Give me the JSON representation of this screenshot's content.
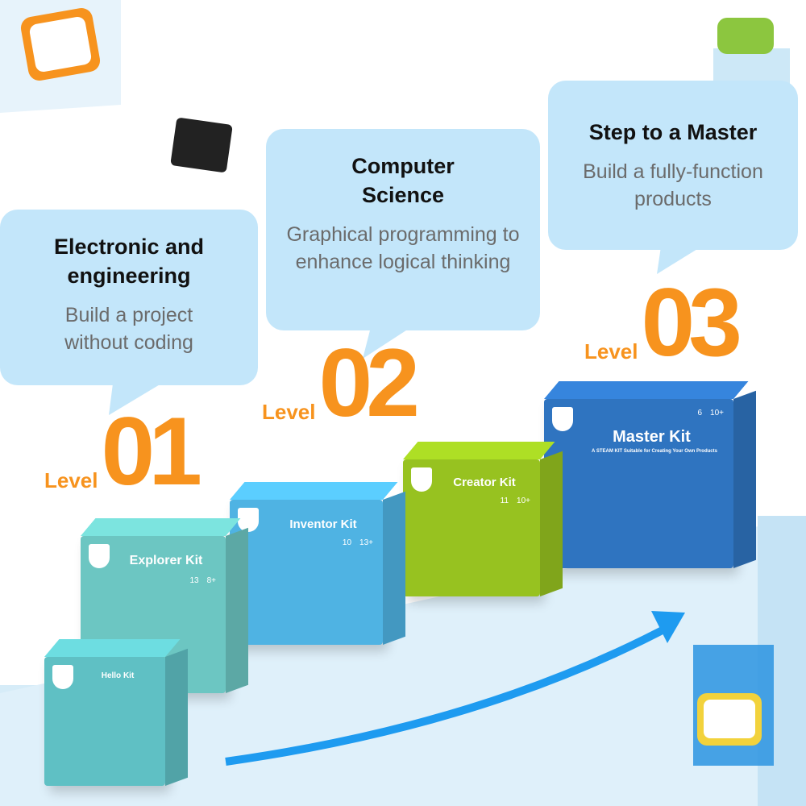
{
  "steps": [
    {
      "title": "Electronic and engineering",
      "desc": "Build a project without coding",
      "level_word": "Level",
      "level_num": "01"
    },
    {
      "title": "Computer Science",
      "desc": "Graphical programming to enhance logical thinking",
      "level_word": "Level",
      "level_num": "02"
    },
    {
      "title": "Step to a Master",
      "desc": "Build a fully-function products",
      "level_word": "Level",
      "level_num": "03"
    }
  ],
  "kits": [
    {
      "name": "Hello Kit",
      "color": "#5fc0c4"
    },
    {
      "name": "Explorer Kit",
      "color": "#6cc6c2",
      "badge": "13",
      "age": "8+"
    },
    {
      "name": "Inventor Kit",
      "color": "#4fb3e3",
      "badge": "10",
      "age": "13+"
    },
    {
      "name": "Creator Kit",
      "color": "#97c220",
      "badge": "11",
      "age": "10+"
    },
    {
      "name": "Master Kit",
      "color": "#2f74c0",
      "badge": "6",
      "age": "10+",
      "subtitle": "A STEAM KIT Suitable for Creating Your Own Products"
    }
  ],
  "colors": {
    "bubble": "#c3e6fa",
    "level": "#f7931e",
    "step": "#cfe8f6",
    "arrow": "#1e9bf0"
  }
}
